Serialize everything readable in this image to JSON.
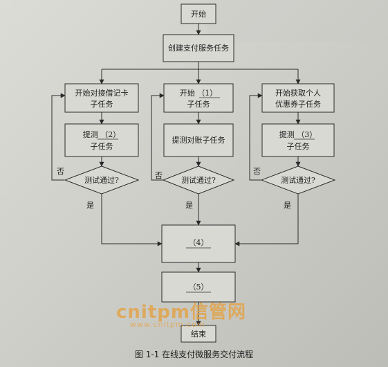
{
  "nodes": {
    "start": "开始",
    "create": "创建支付服务任务",
    "debit_start": [
      "开始对接借记卡",
      "子任务"
    ],
    "mid_start": [
      "开始    （1）",
      "子任务"
    ],
    "coupon_start": [
      "开始获取个人",
      "优惠券子任务"
    ],
    "debit_submit": [
      "提测   （2）",
      "子任务"
    ],
    "mid_submit": "提测对账子任务",
    "coupon_submit": [
      "提测   （3）",
      "子任务"
    ],
    "test_left": "测试通过?",
    "test_mid": "测试通过?",
    "test_right": "测试通过?",
    "step4": "（4）",
    "step5": "（5）",
    "end": "结束"
  },
  "labels": {
    "no": "否",
    "yes": "是"
  },
  "watermark": {
    "brand": "cnitpm信管网",
    "url": "www.cnitpm.com"
  },
  "caption": "图 1-1  在线支付微服务交付流程",
  "colors": {
    "line": "#2a2a2a",
    "box_fill": "#d9d9d4",
    "watermark": "#e3a243"
  }
}
